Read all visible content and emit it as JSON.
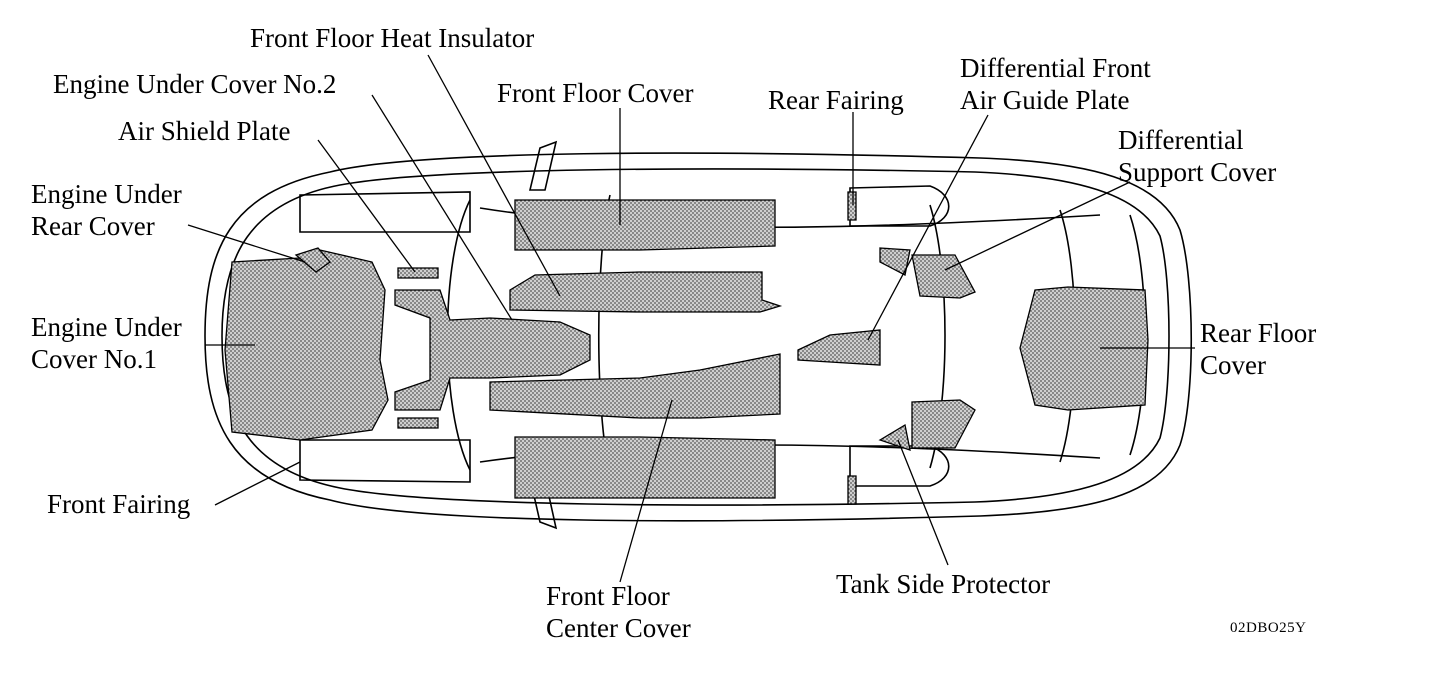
{
  "labels": {
    "front_floor_heat_insulator": "Front Floor Heat Insulator",
    "engine_under_cover_no2": "Engine Under Cover No.2",
    "front_floor_cover": "Front Floor Cover",
    "rear_fairing": "Rear Fairing",
    "differential_front_air_guide_plate": [
      "Differential Front",
      "Air Guide Plate"
    ],
    "air_shield_plate": "Air Shield Plate",
    "differential_support_cover": [
      "Differential",
      "Support Cover"
    ],
    "engine_under_rear_cover": [
      "Engine Under",
      "Rear Cover"
    ],
    "engine_under_cover_no1": [
      "Engine Under",
      "Cover No.1"
    ],
    "rear_floor_cover": [
      "Rear Floor",
      "Cover"
    ],
    "front_fairing": "Front Fairing",
    "tank_side_protector": "Tank Side Protector",
    "front_floor_center_cover": [
      "Front Floor",
      "Center Cover"
    ]
  },
  "figure_code": "02DBO25Y",
  "colors": {
    "line": "#000000",
    "fill": "#b5b5b5",
    "background": "#ffffff"
  }
}
